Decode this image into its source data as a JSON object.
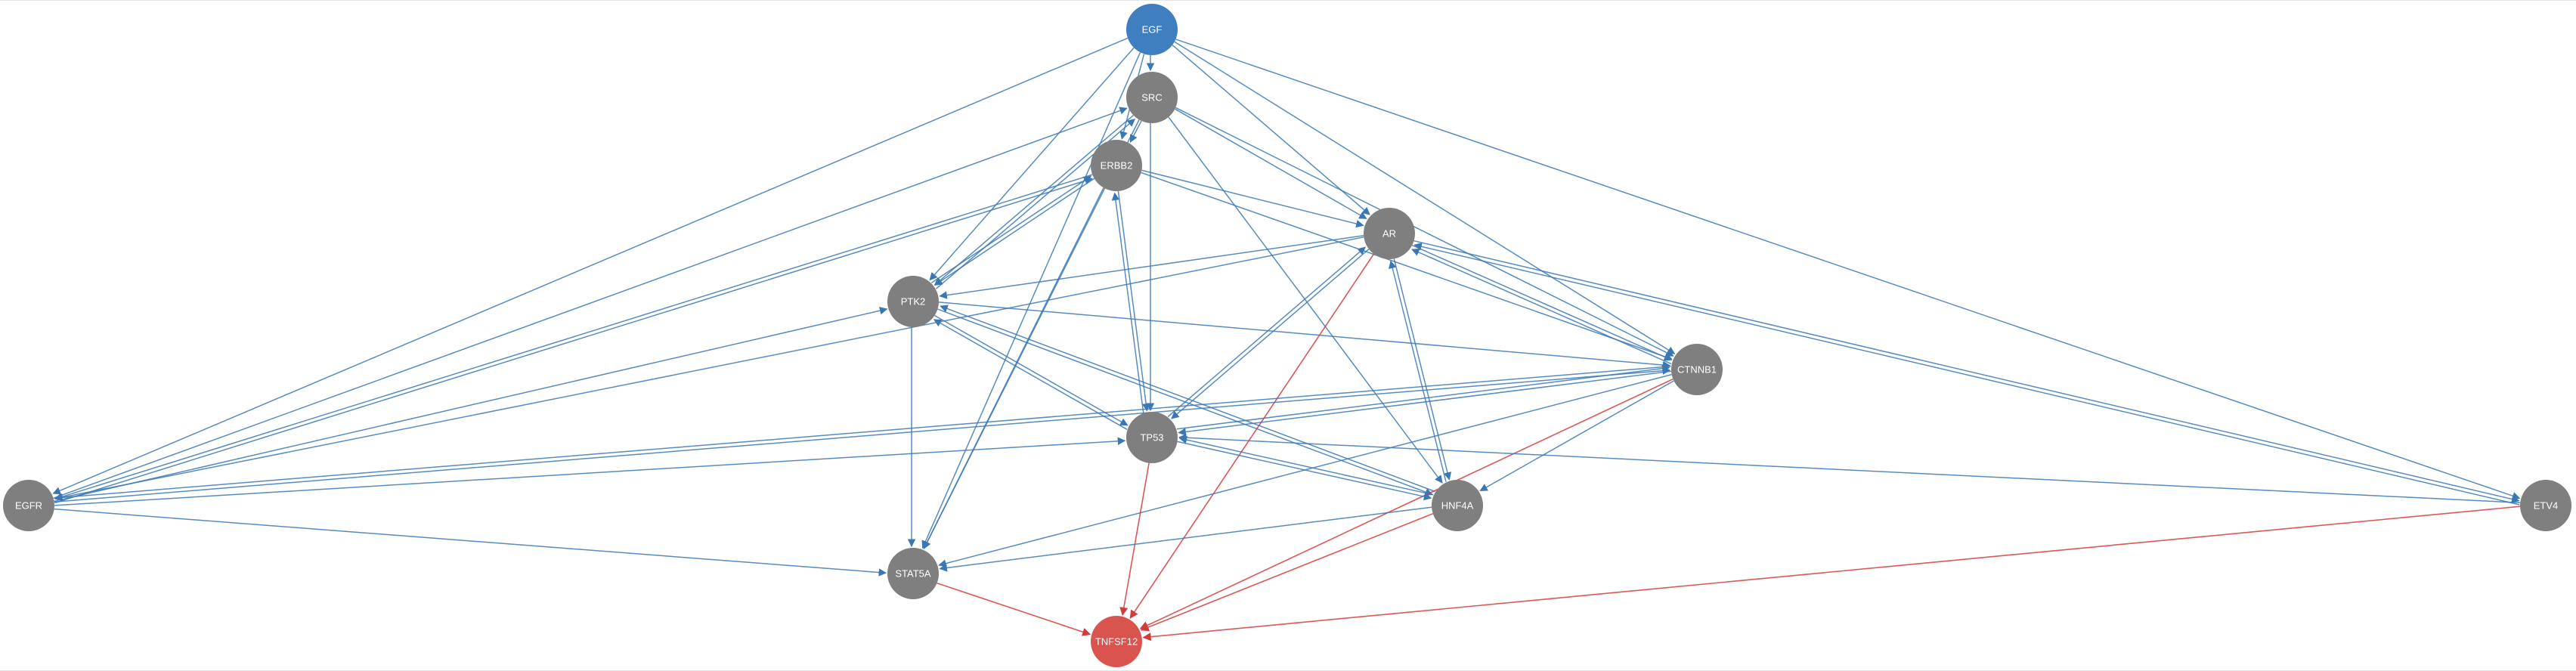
{
  "colors": {
    "activation": "#3a78b5",
    "inhibition": "#d23b3b",
    "node_default": "#7f7f7f",
    "node_source": "#3f7fbf",
    "node_target": "#d9534f"
  },
  "nodes": [
    {
      "id": "EGF",
      "label": "EGF",
      "role": "source"
    },
    {
      "id": "SRC",
      "label": "SRC",
      "role": "default"
    },
    {
      "id": "ERBB2",
      "label": "ERBB2",
      "role": "default"
    },
    {
      "id": "AR",
      "label": "AR",
      "role": "default"
    },
    {
      "id": "PTK2",
      "label": "PTK2",
      "role": "default"
    },
    {
      "id": "CTNNB1",
      "label": "CTNNB1",
      "role": "default"
    },
    {
      "id": "TP53",
      "label": "TP53",
      "role": "default"
    },
    {
      "id": "EGFR",
      "label": "EGFR",
      "role": "default"
    },
    {
      "id": "HNF4A",
      "label": "HNF4A",
      "role": "default"
    },
    {
      "id": "ETV4",
      "label": "ETV4",
      "role": "default"
    },
    {
      "id": "STAT5A",
      "label": "STAT5A",
      "role": "default"
    },
    {
      "id": "TNFSF12",
      "label": "TNFSF12",
      "role": "target"
    }
  ],
  "edges": [
    {
      "from": "EGF",
      "to": "SRC",
      "type": "activation"
    },
    {
      "from": "EGF",
      "to": "ERBB2",
      "type": "activation"
    },
    {
      "from": "EGF",
      "to": "AR",
      "type": "activation"
    },
    {
      "from": "EGF",
      "to": "PTK2",
      "type": "activation"
    },
    {
      "from": "EGF",
      "to": "CTNNB1",
      "type": "activation"
    },
    {
      "from": "EGF",
      "to": "EGFR",
      "type": "activation"
    },
    {
      "from": "EGF",
      "to": "ETV4",
      "type": "activation"
    },
    {
      "from": "EGF",
      "to": "STAT5A",
      "type": "activation"
    },
    {
      "from": "SRC",
      "to": "ERBB2",
      "type": "activation"
    },
    {
      "from": "SRC",
      "to": "AR",
      "type": "activation"
    },
    {
      "from": "SRC",
      "to": "PTK2",
      "type": "activation"
    },
    {
      "from": "SRC",
      "to": "CTNNB1",
      "type": "activation"
    },
    {
      "from": "SRC",
      "to": "TP53",
      "type": "activation"
    },
    {
      "from": "SRC",
      "to": "HNF4A",
      "type": "activation"
    },
    {
      "from": "SRC",
      "to": "STAT5A",
      "type": "activation"
    },
    {
      "from": "EGFR",
      "to": "SRC",
      "type": "activation"
    },
    {
      "from": "ERBB2",
      "to": "AR",
      "type": "activation"
    },
    {
      "from": "ERBB2",
      "to": "PTK2",
      "type": "activation"
    },
    {
      "from": "ERBB2",
      "to": "CTNNB1",
      "type": "activation"
    },
    {
      "from": "ERBB2",
      "to": "STAT5A",
      "type": "activation"
    },
    {
      "from": "ERBB2",
      "to": "EGFR",
      "type": "activation"
    },
    {
      "from": "ERBB2",
      "to": "TP53",
      "type": "activation"
    },
    {
      "from": "PTK2",
      "to": "ERBB2",
      "type": "activation"
    },
    {
      "from": "PTK2",
      "to": "SRC",
      "type": "activation"
    },
    {
      "from": "AR",
      "to": "PTK2",
      "type": "activation"
    },
    {
      "from": "AR",
      "to": "EGFR",
      "type": "activation"
    },
    {
      "from": "AR",
      "to": "CTNNB1",
      "type": "activation"
    },
    {
      "from": "AR",
      "to": "TP53",
      "type": "activation"
    },
    {
      "from": "AR",
      "to": "HNF4A",
      "type": "activation"
    },
    {
      "from": "AR",
      "to": "ETV4",
      "type": "activation"
    },
    {
      "from": "AR",
      "to": "TNFSF12",
      "type": "inhibition"
    },
    {
      "from": "PTK2",
      "to": "CTNNB1",
      "type": "activation"
    },
    {
      "from": "PTK2",
      "to": "TP53",
      "type": "activation"
    },
    {
      "from": "PTK2",
      "to": "STAT5A",
      "type": "activation"
    },
    {
      "from": "PTK2",
      "to": "HNF4A",
      "type": "activation"
    },
    {
      "from": "EGFR",
      "to": "PTK2",
      "type": "activation"
    },
    {
      "from": "EGFR",
      "to": "ERBB2",
      "type": "activation"
    },
    {
      "from": "EGFR",
      "to": "CTNNB1",
      "type": "activation"
    },
    {
      "from": "EGFR",
      "to": "TP53",
      "type": "activation"
    },
    {
      "from": "EGFR",
      "to": "STAT5A",
      "type": "activation"
    },
    {
      "from": "CTNNB1",
      "to": "AR",
      "type": "activation"
    },
    {
      "from": "CTNNB1",
      "to": "TP53",
      "type": "activation"
    },
    {
      "from": "CTNNB1",
      "to": "HNF4A",
      "type": "activation"
    },
    {
      "from": "CTNNB1",
      "to": "STAT5A",
      "type": "activation"
    },
    {
      "from": "CTNNB1",
      "to": "EGFR",
      "type": "activation"
    },
    {
      "from": "CTNNB1",
      "to": "TNFSF12",
      "type": "inhibition"
    },
    {
      "from": "TP53",
      "to": "AR",
      "type": "activation"
    },
    {
      "from": "TP53",
      "to": "ERBB2",
      "type": "activation"
    },
    {
      "from": "TP53",
      "to": "PTK2",
      "type": "activation"
    },
    {
      "from": "TP53",
      "to": "HNF4A",
      "type": "activation"
    },
    {
      "from": "TP53",
      "to": "CTNNB1",
      "type": "activation"
    },
    {
      "from": "TP53",
      "to": "TNFSF12",
      "type": "inhibition"
    },
    {
      "from": "HNF4A",
      "to": "TP53",
      "type": "activation"
    },
    {
      "from": "HNF4A",
      "to": "AR",
      "type": "activation"
    },
    {
      "from": "HNF4A",
      "to": "STAT5A",
      "type": "activation"
    },
    {
      "from": "HNF4A",
      "to": "PTK2",
      "type": "activation"
    },
    {
      "from": "HNF4A",
      "to": "TNFSF12",
      "type": "inhibition"
    },
    {
      "from": "ETV4",
      "to": "TP53",
      "type": "activation"
    },
    {
      "from": "ETV4",
      "to": "AR",
      "type": "activation"
    },
    {
      "from": "ETV4",
      "to": "TNFSF12",
      "type": "inhibition"
    },
    {
      "from": "STAT5A",
      "to": "TNFSF12",
      "type": "inhibition"
    }
  ]
}
